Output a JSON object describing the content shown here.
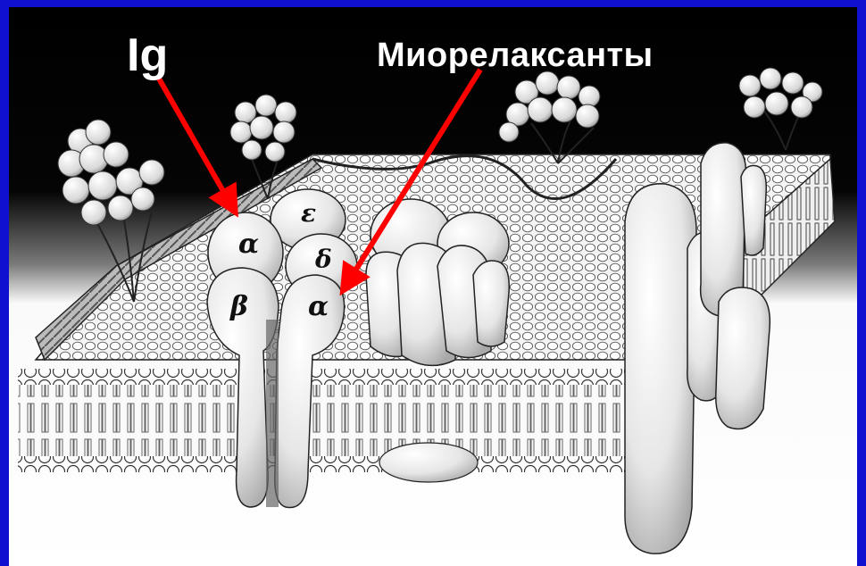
{
  "labels": {
    "ig": "Ig",
    "muscle_relaxants": "Миорелаксанты"
  },
  "subunits": {
    "alpha_left": "α",
    "epsilon": "ε",
    "delta": "δ",
    "beta": "β",
    "alpha_right": "α"
  },
  "colors": {
    "border": "#1010d0",
    "background_top": "#000000",
    "arrow": "#ff0000",
    "label_text": "#ffffff"
  },
  "icons": [
    "glycocalyx-tree-icon",
    "red-arrow-icon"
  ]
}
